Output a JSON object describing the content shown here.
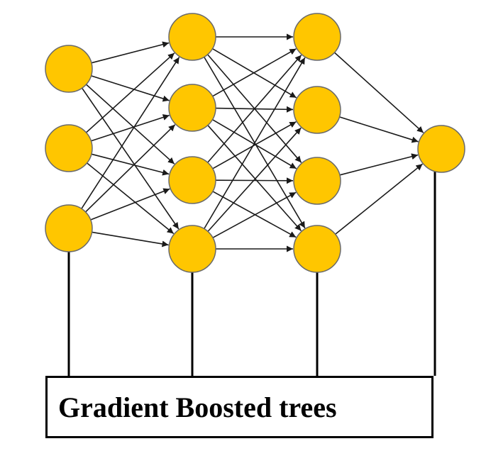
{
  "label": "Gradient Boosted trees",
  "colors": {
    "node_fill": "#FFC600",
    "node_stroke": "#6a6a6a",
    "edge": "#1a1a1a",
    "connector": "#000000"
  },
  "network": {
    "layers": [
      3,
      4,
      4,
      1
    ],
    "connectivity": "fully-connected"
  }
}
